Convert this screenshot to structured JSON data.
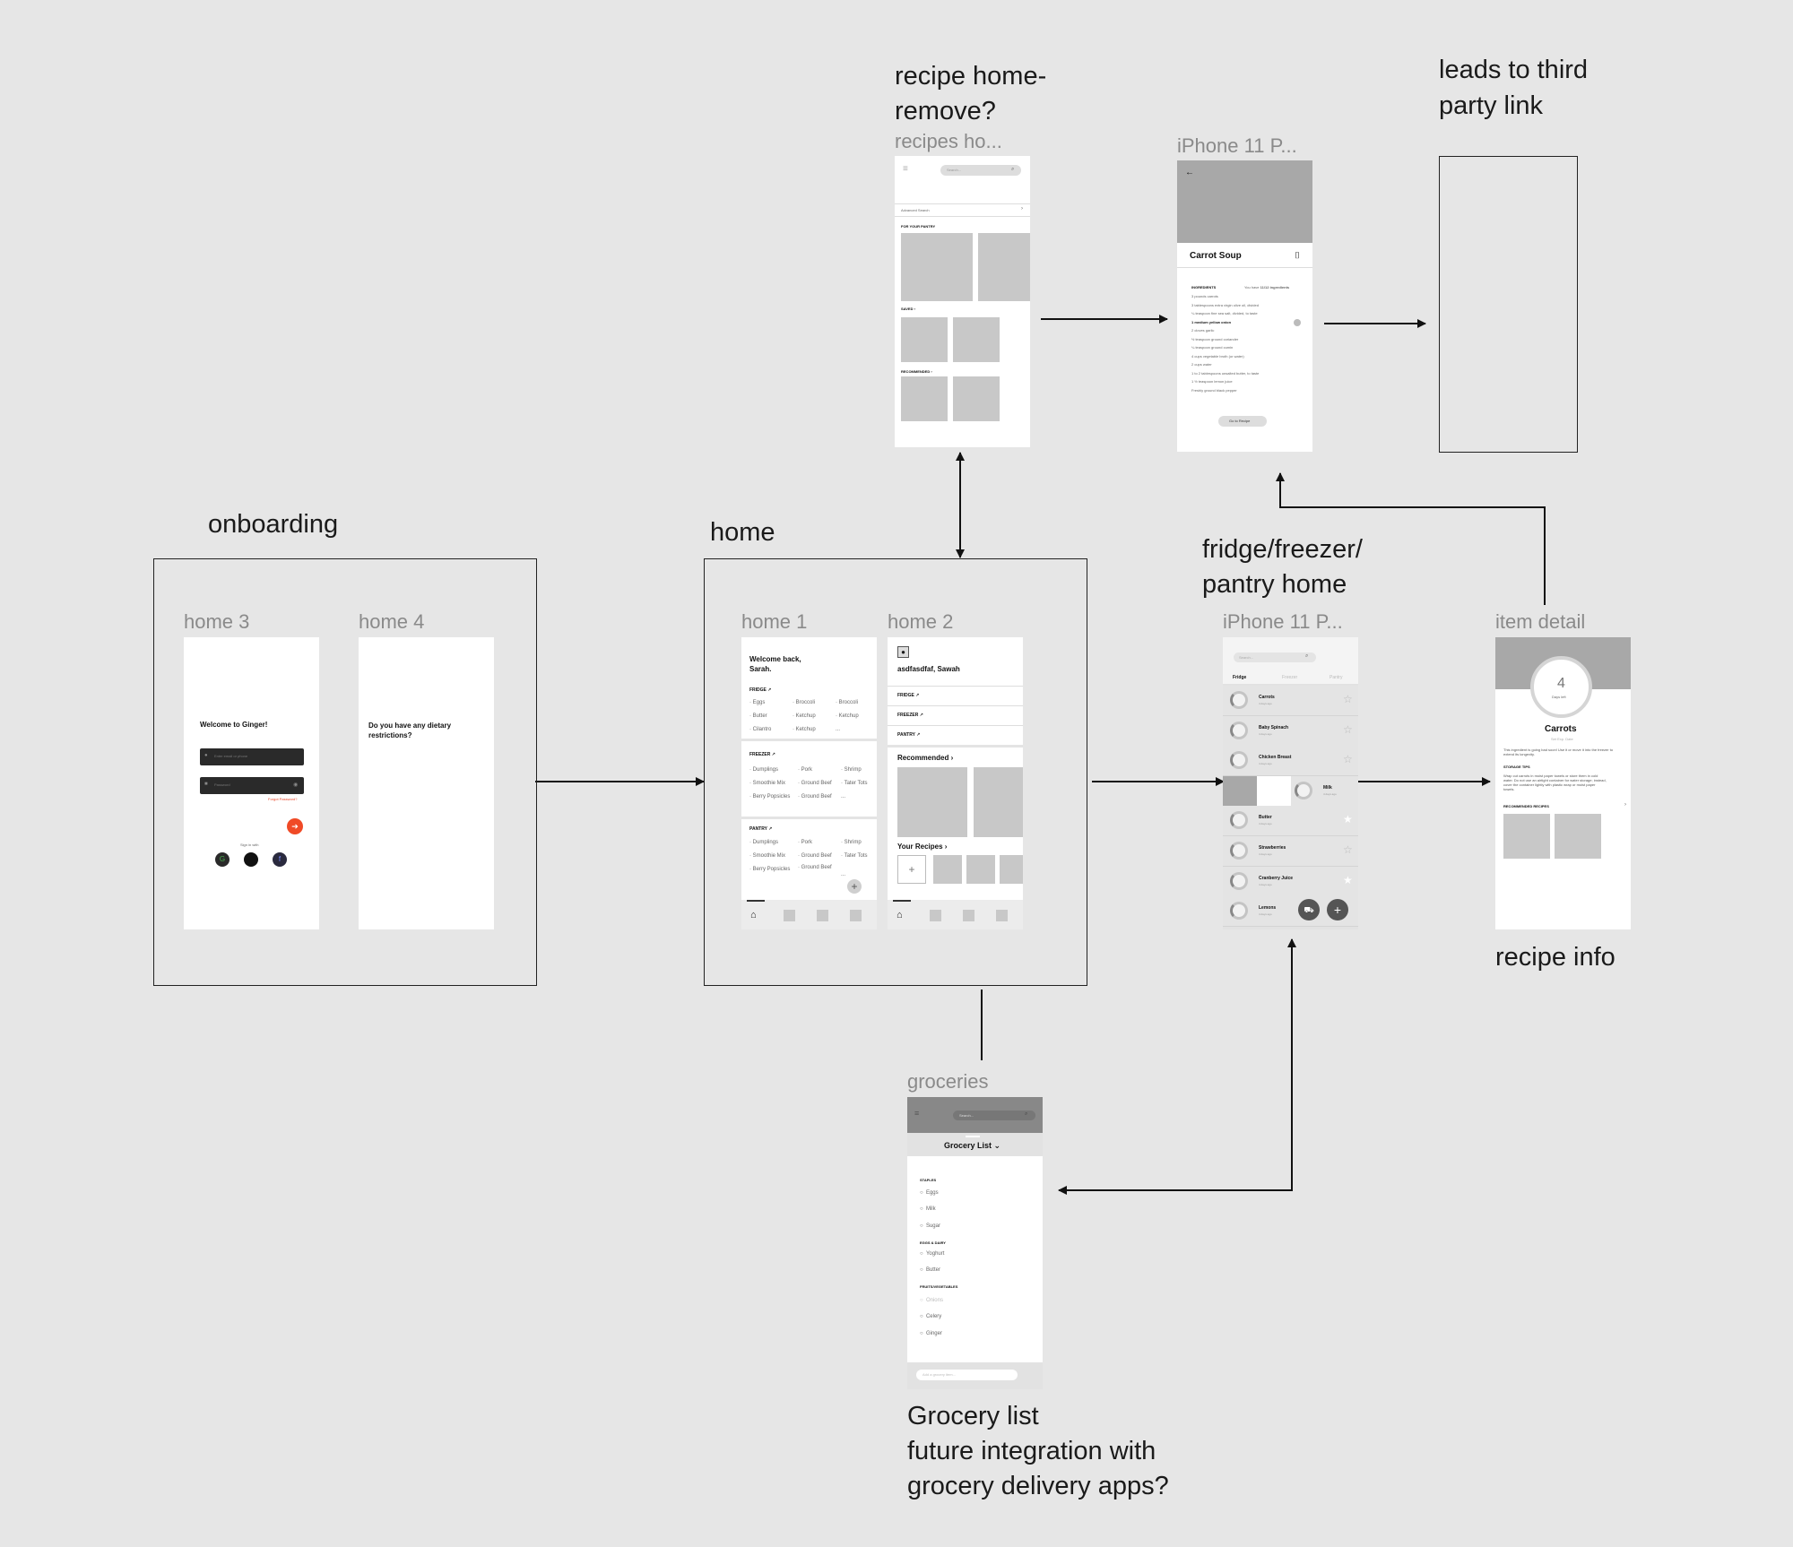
{
  "notes": {
    "onboarding": "onboarding",
    "home": "home",
    "recipe_home_line1": "recipe home-",
    "recipe_home_line2": "remove?",
    "leads_line1": "leads to third",
    "leads_line2": "party link",
    "fridge_line1": "fridge/freezer/",
    "fridge_line2": "pantry home",
    "recipe_info": "recipe info",
    "grocery_line1": "Grocery list",
    "grocery_line2": "future integration with",
    "grocery_line3": "grocery delivery apps?"
  },
  "frame_labels": {
    "home3": "home 3",
    "home4": "home 4",
    "home1": "home 1",
    "home2": "home 2",
    "recipes": "recipes ho...",
    "iphone_recipe": "iPhone 11 P...",
    "iphone_fridge": "iPhone 11 P...",
    "item_detail": "item detail",
    "groceries": "groceries"
  },
  "home3": {
    "title": "Welcome to Ginger!",
    "email_placeholder": "Enter email or phone",
    "password_placeholder": "Password",
    "forgot": "Forgot Password?",
    "sign_in_with": "Sign in with"
  },
  "home4": {
    "question": "Do you have any dietary restrictions?"
  },
  "home1": {
    "welcome": "Welcome back, Sarah.",
    "fridge": "FRIDGE",
    "freezer": "FREEZER",
    "pantry": "PANTRY",
    "fridge_items": [
      "Eggs",
      "Broccoli",
      "Broccoli",
      "Butter",
      "Ketchup",
      "Ketchup",
      "Cilantro",
      "Ketchup",
      "..."
    ],
    "freezer_items": [
      "Dumplings",
      "Pork",
      "Shrimp",
      "Smoothie Mix",
      "Ground Beef",
      "Tater Tots",
      "Berry Popsicles",
      "Ground Beef",
      "..."
    ],
    "pantry_items": [
      "Dumplings",
      "Pork",
      "Shrimp",
      "Smoothie Mix",
      "Ground Beef",
      "Tater Tots",
      "Berry Popsicles",
      "Ground Beef",
      "..."
    ]
  },
  "home2": {
    "name": "asdfasdfaf, Sawah",
    "fridge": "FRIDGE",
    "freezer": "FREEZER",
    "pantry": "PANTRY",
    "recommended": "Recommended",
    "your_recipes": "Your Recipes"
  },
  "recipes_home": {
    "search": "Search...",
    "advanced": "Advanced Search",
    "for_pantry": "FOR YOUR PANTRY",
    "saved": "SAVED",
    "recommended": "RECOMMENDED"
  },
  "recipe_detail": {
    "title": "Carrot Soup",
    "ingredients": "INGREDIENTS",
    "you_have_prefix": "You have",
    "you_have_count": "11/12 ingredients",
    "lines": [
      "3 pounds carrots",
      "3 tablespoons extra virgin olive oil, divided",
      "¼ teaspoon fine sea salt, divided, to taste",
      "1 medium yellow onion",
      "2 cloves garlic",
      "½ teaspoon ground coriander",
      "¼ teaspoon ground cumin",
      "4 cups vegetable broth (or water)",
      "2 cups water",
      "1 to 2 tablespoons unsalted butter, to taste",
      "1 ½ teaspoon lemon juice",
      "Freshly ground black pepper"
    ],
    "go_button": "Go to Recipe"
  },
  "fridge_home": {
    "search": "Search...",
    "tabs": [
      "Fridge",
      "Freezer",
      "Pantry"
    ],
    "items": [
      {
        "name": "Carrots",
        "sub": "4 days ago"
      },
      {
        "name": "Baby Spinach",
        "sub": "4 days ago"
      },
      {
        "name": "Chicken Breast",
        "sub": "4 days ago"
      },
      {
        "name": "Milk",
        "sub": "4 days ago"
      },
      {
        "name": "Butter",
        "sub": "4 days ago"
      },
      {
        "name": "Strawberries",
        "sub": "4 days ago"
      },
      {
        "name": "Cranberry Juice",
        "sub": "4 days ago"
      },
      {
        "name": "Lemons",
        "sub": "4 days ago"
      }
    ]
  },
  "item_detail": {
    "days": "4",
    "days_label": "Days left",
    "name": "Carrots",
    "set_exp": "Set Exp. Date",
    "desc": "This ingredient is going bad soon! Use it or move it into the freezer to extend its longevity.",
    "storage_title": "STORAGE TIPS",
    "storage_text": "Wrap cut carrots in moist paper towels or store them in cold water. Do not use an airtight container for water storage; instead, cover the container lightly with plastic wrap or moist paper towels.",
    "recommended": "RECOMMENDED RECIPES"
  },
  "groceries": {
    "search": "Search...",
    "title": "Grocery List",
    "staples": "STAPLES",
    "staples_items": [
      "Eggs",
      "Milk",
      "Sugar"
    ],
    "eggs_dairy": "EGGS & DAIRY",
    "eggs_items": [
      "Yoghurt",
      "Butter"
    ],
    "fruits": "FRUITS/VEGETABLES",
    "fruit_items": [
      "Onions",
      "Celery",
      "Ginger"
    ],
    "add_placeholder": "Add a grocery item..."
  }
}
